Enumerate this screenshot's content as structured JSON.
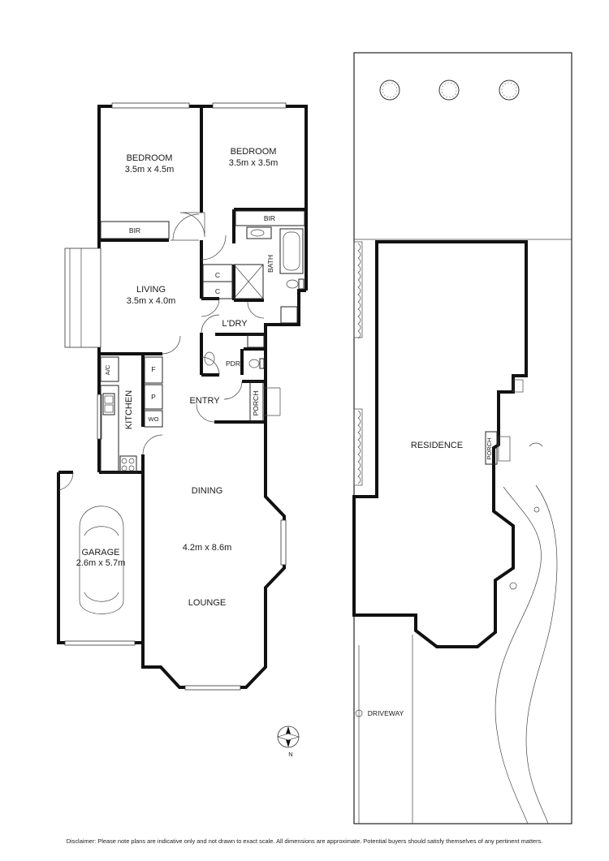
{
  "floor_plan": {
    "rooms": {
      "bedroom1": {
        "name": "BEDROOM",
        "size": "3.5m x 4.5m"
      },
      "bedroom2": {
        "name": "BEDROOM",
        "size": "3.5m x 3.5m"
      },
      "bir1": "BIR",
      "bir2": "BIR",
      "bath": "BATH",
      "living": {
        "name": "LIVING",
        "size": "3.5m x 4.0m"
      },
      "linen_c1": "C",
      "linen_c2": "C",
      "laundry": "L'DRY",
      "powder": "PDR",
      "porch": "PORCH",
      "entry": "ENTRY",
      "kitchen": "KITCHEN",
      "fridge": "F",
      "pantry": "P",
      "wall_oven": "WO",
      "aircon": "A/C",
      "dining": "DINING",
      "dining_lounge_size": "4.2m x 8.6m",
      "lounge": "LOUNGE",
      "garage": {
        "name": "GARAGE",
        "size": "2.6m x 5.7m"
      }
    },
    "compass_label": "N"
  },
  "site_plan": {
    "residence": "RESIDENCE",
    "porch": "PORCH",
    "driveway": "DRIVEWAY"
  },
  "disclaimer": "Disclaimer: Please note plans are indicative only and not drawn to exact scale. All dimensions are approximate. Potential buyers should satisfy themselves of any pertinent matters."
}
